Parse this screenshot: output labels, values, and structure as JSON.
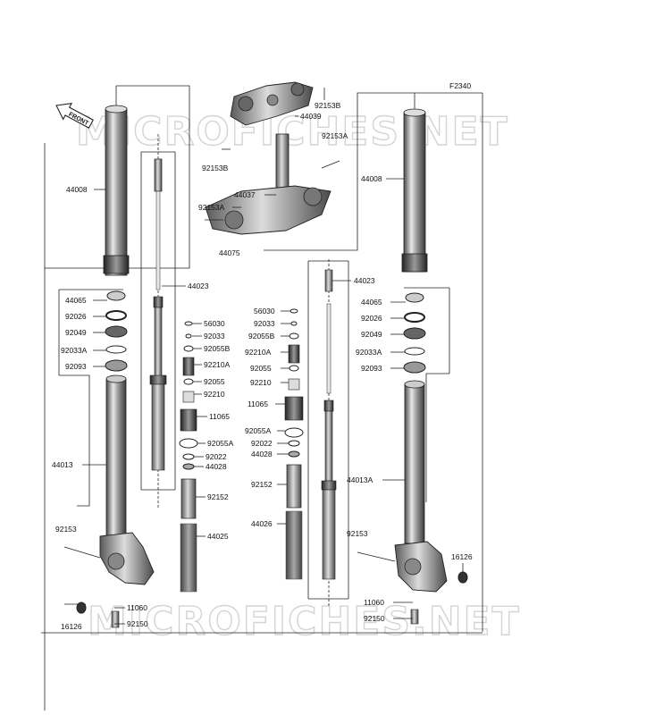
{
  "figure_code": "F2340",
  "front_label": "FRONT",
  "watermark_text": "MICROFICHES.NET",
  "labels": {
    "l44008_left": "44008",
    "l44008_right": "44008",
    "l44023_left": "44023",
    "l44023_right": "44023",
    "l44065_left": "44065",
    "l44065_right": "44065",
    "l92026_left": "92026",
    "l92026_right": "92026",
    "l92049_left": "92049",
    "l92049_right": "92049",
    "l92033A_left": "92033A",
    "l92033A_right": "92033A",
    "l92093_left": "92093",
    "l92093_right": "92093",
    "l44013": "44013",
    "l44013A": "44013A",
    "l92153_left": "92153",
    "l92153_right": "92153",
    "l16126_left": "16126",
    "l16126_right": "16126",
    "l11060_left": "11060",
    "l11060_right": "11060",
    "l92150_left": "92150",
    "l92150_right": "92150",
    "l92153B_top": "92153B",
    "l44039": "44039",
    "l92153A_top": "92153A",
    "l92153B_mid": "92153B",
    "l44037": "44037",
    "l92153A_mid": "92153A",
    "l44075": "44075",
    "l56030_a": "56030",
    "l92033_a": "92033",
    "l92055B_a": "92055B",
    "l92210A_a": "92210A",
    "l92055_a": "92055",
    "l92210_a": "92210",
    "l11065_a": "11065",
    "l92055A_a": "92055A",
    "l92022_a": "92022",
    "l44028_a": "44028",
    "l92152_a": "92152",
    "l44025": "44025",
    "l56030_b": "56030",
    "l92033_b": "92033",
    "l92055B_b": "92055B",
    "l92210A_b": "92210A",
    "l92055_b": "92055",
    "l92210_b": "92210",
    "l11065_b": "11065",
    "l92055A_b": "92055A",
    "l92022_b": "92022",
    "l44028_b": "44028",
    "l92152_b": "92152",
    "l44026": "44026"
  }
}
